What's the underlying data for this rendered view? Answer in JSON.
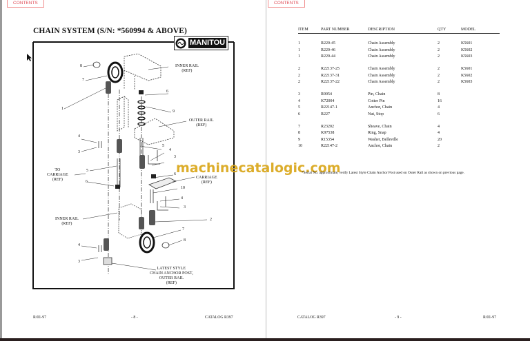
{
  "nav": {
    "contents_label": "CONTENTS"
  },
  "left_page": {
    "title": "CHAIN SYSTEM (S/N: *560994 & ABOVE)",
    "logo": "MANITOU",
    "callouts": {
      "inner_rail_top": [
        "INNER RAIL",
        "(REF)"
      ],
      "outer_rail": [
        "OUTER RAIL",
        "(REF)"
      ],
      "to_carriage": [
        "TO",
        "CARRIAGE",
        "(REF)"
      ],
      "carriage": [
        "CARRIAGE",
        "(REF)"
      ],
      "inner_rail_bottom": [
        "INNER RAIL",
        "(REF)"
      ],
      "anchor_post": [
        "LATEST STYLE",
        "CHAIN ANCHOR POST,",
        "OUTER RAIL",
        "(REF)"
      ]
    },
    "item_numbers": [
      "8",
      "7",
      "1",
      "6",
      "9",
      "4",
      "3",
      "5",
      "4",
      "3",
      "5",
      "6",
      "6",
      "10",
      "4",
      "3",
      "2",
      "7",
      "8",
      "4",
      "3"
    ],
    "footer": {
      "left": "R/01-97",
      "center": "- 8 -",
      "right": "CATALOG R397"
    }
  },
  "right_page": {
    "headers": {
      "item": "ITEM",
      "part": "PART NUMBER",
      "desc": "DESCRIPTION",
      "qty": "QTY",
      "model": "MODEL"
    },
    "rows": [
      {
        "item": "1",
        "part": "R220-45",
        "desc": "Chain Assembly",
        "qty": "2",
        "model": "K5601"
      },
      {
        "item": "1",
        "part": "R220-46",
        "desc": "Chain Assembly",
        "qty": "2",
        "model": "K5602"
      },
      {
        "item": "1",
        "part": "R220-44",
        "desc": "Chain Assembly",
        "qty": "2",
        "model": "K5603"
      },
      {
        "item": "2",
        "part": "R22137-25",
        "desc": "Chain Assembly",
        "qty": "2",
        "model": "K5601"
      },
      {
        "item": "2",
        "part": "R22137-31",
        "desc": "Chain Assembly",
        "qty": "2",
        "model": "K5602"
      },
      {
        "item": "2",
        "part": "R22137-22",
        "desc": "Chain Assembly",
        "qty": "2",
        "model": "K5603"
      },
      {
        "item": "3",
        "part": "R9054",
        "desc": "Pin, Chain",
        "qty": "8",
        "model": ""
      },
      {
        "item": "4",
        "part": "K72004",
        "desc": "Cotter Pin",
        "qty": "16",
        "model": ""
      },
      {
        "item": "5",
        "part": "R22147-1",
        "desc": "Anchor, Chain",
        "qty": "4",
        "model": ""
      },
      {
        "item": "6",
        "part": "R227",
        "desc": "Nut, Stop",
        "qty": "6",
        "model": ""
      },
      {
        "item": "7",
        "part": "R23202",
        "desc": "Sheave, Chain",
        "qty": "4",
        "model": ""
      },
      {
        "item": "8",
        "part": "K97538",
        "desc": "Ring, Snap",
        "qty": "4",
        "model": ""
      },
      {
        "item": "9",
        "part": "R15354",
        "desc": "Washer, Belleville",
        "qty": "20",
        "model": ""
      },
      {
        "item": "10",
        "part": "R22147-2",
        "desc": "Anchor, Chain",
        "qty": "2",
        "model": ""
      }
    ],
    "footnote": "*Serial No. approximate, verify Latest Style Chain Anchor Post used on Outer Rail as shown on previous page.",
    "footer": {
      "left": "CATALOG R397",
      "center": "- 9 -",
      "right": "R/01-97"
    }
  },
  "watermark": "machinecatalogic.com",
  "colors": {
    "contents": "#e0505a",
    "watermark": "#d9a515"
  }
}
